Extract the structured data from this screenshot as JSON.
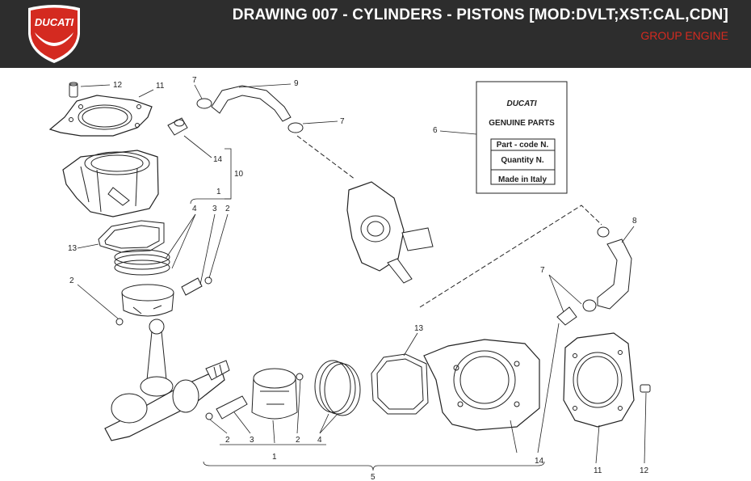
{
  "header": {
    "brand": "DUCATI",
    "title": "DRAWING 007 - CYLINDERS - PISTONS [MOD:DVLT;XST:CAL,CDN]",
    "subtitle": "GROUP ENGINE"
  },
  "card": {
    "brand": "DUCATI",
    "genuine": "GENUINE PARTS",
    "part_code": "Part - code N.",
    "quantity": "Quantity N.",
    "made_in": "Made in Italy"
  },
  "callouts": {
    "c12_top": "12",
    "c11_top": "11",
    "c7_a": "7",
    "c9": "9",
    "c7_b": "7",
    "c6": "6",
    "c14_top": "14",
    "c10": "10",
    "c1_top": "1",
    "c4_top": "4",
    "c3_top": "3",
    "c2_top": "2",
    "c13_left": "13",
    "c2_left": "2",
    "c8": "8",
    "c7_c": "7",
    "c13_mid": "13",
    "c2_bot": "2",
    "c3_bot": "3",
    "c1_bot": "1",
    "c2_bot2": "2",
    "c4_bot": "4",
    "c14_bot": "14",
    "c11_bot": "11",
    "c12_bot": "12",
    "c5": "5"
  },
  "colors": {
    "header_bg": "#2d2d2d",
    "accent_red": "#d42a20",
    "line": "#222222"
  }
}
